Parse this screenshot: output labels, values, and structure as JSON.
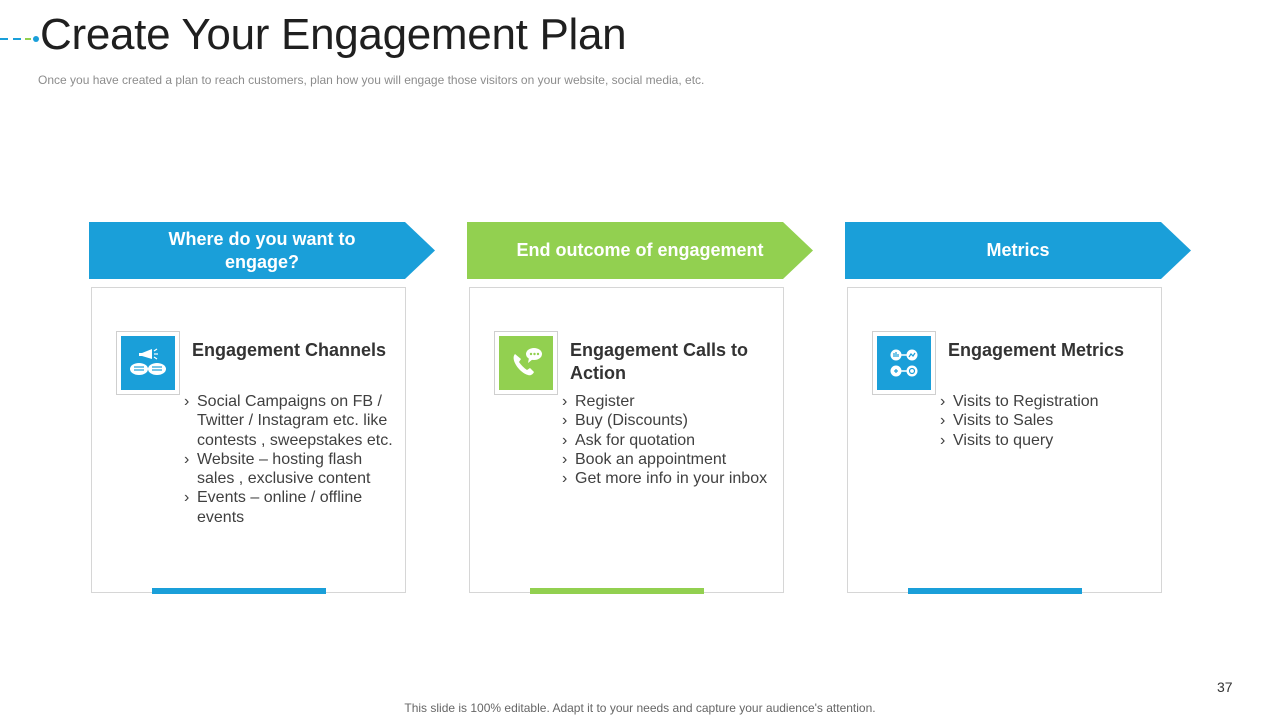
{
  "slide": {
    "title": "Create Your Engagement Plan",
    "subtitle": "Once you have  created a plan to reach customers, plan how you will engage those visitors on your website, social media, etc.",
    "page_number": "37",
    "footer": "This slide is 100% editable. Adapt it to your needs and capture your audience's attention."
  },
  "colors": {
    "blue": "#1a9fd9",
    "green": "#92d050"
  },
  "columns": [
    {
      "banner": "Where do you want to engage?",
      "banner_color": "#1a9fd9",
      "icon": "megaphone-speech-bubbles-icon",
      "card_title": "Engagement Channels",
      "items": [
        "Social Campaigns on FB / Twitter / Instagram etc. like contests , sweepstakes etc.",
        "Website – hosting flash sales , exclusive content",
        "Events – online / offline events"
      ]
    },
    {
      "banner": "End outcome of engagement",
      "banner_color": "#92d050",
      "icon": "phone-chat-icon",
      "card_title": "Engagement Calls to Action",
      "items": [
        "Register",
        "Buy (Discounts)",
        "Ask for quotation",
        "Book an appointment",
        "Get more info in your inbox"
      ]
    },
    {
      "banner": "Metrics",
      "banner_color": "#1a9fd9",
      "icon": "metrics-gauges-icon",
      "card_title": "Engagement Metrics",
      "items": [
        "Visits to Registration",
        "Visits to Sales",
        "Visits to query"
      ]
    }
  ],
  "bullet_glyph": "›"
}
